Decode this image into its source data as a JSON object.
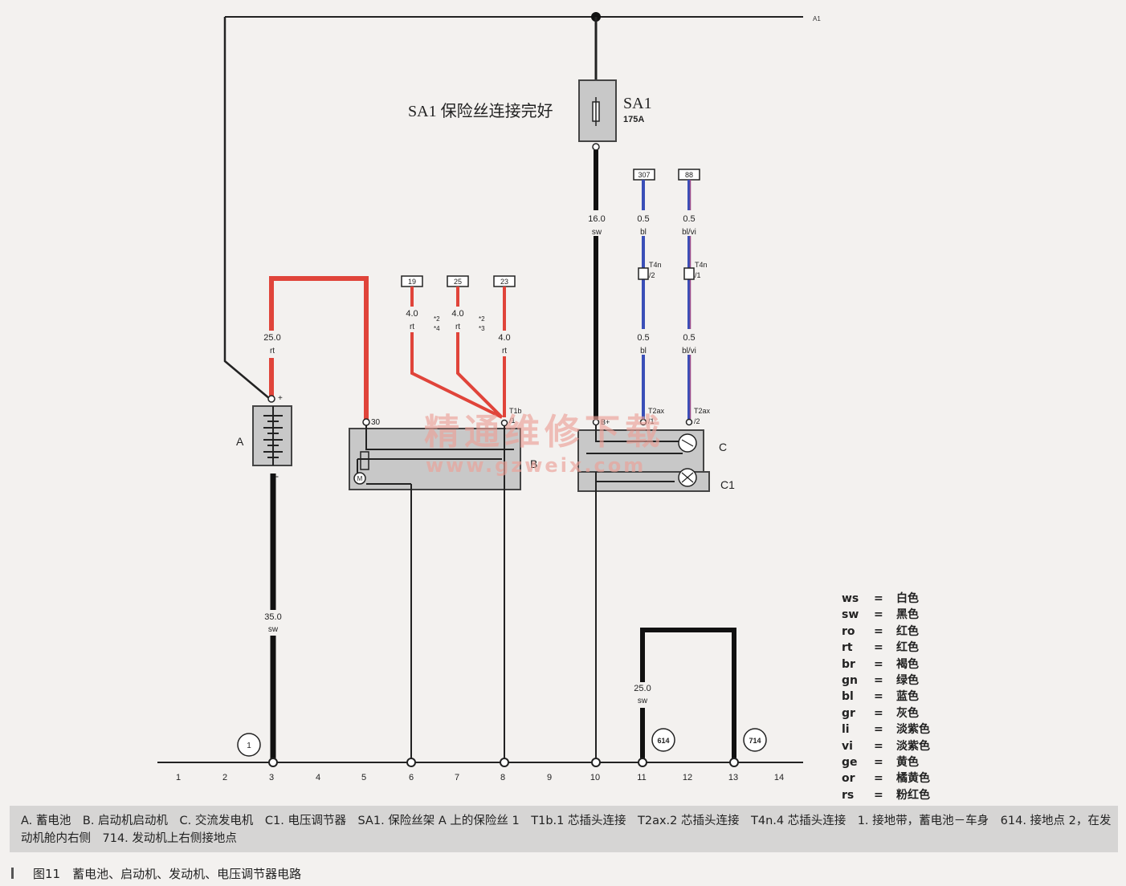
{
  "diagram": {
    "bus_label": "A1",
    "fuse_annotation": "SA1 保险丝连接完好",
    "fuse": {
      "name": "SA1",
      "rating": "175A"
    },
    "battery": {
      "label": "A",
      "plus": "+",
      "minus": "-"
    },
    "starter": {
      "label": "B",
      "terminal": "30",
      "connector": "T1b",
      "pin": "/1"
    },
    "alternator": {
      "label": "C",
      "regulator_label": "C1",
      "terminal": "B+"
    },
    "boxes": [
      "19",
      "25",
      "23",
      "307",
      "88"
    ],
    "wires": [
      {
        "size": "25.0",
        "color": "rt"
      },
      {
        "size": "4.0",
        "color": "rt",
        "note": "*2\n*4"
      },
      {
        "size": "4.0",
        "color": "rt",
        "note": "*2\n*3"
      },
      {
        "size": "4.0",
        "color": "rt"
      },
      {
        "size": "16.0",
        "color": "sw"
      },
      {
        "size": "0.5",
        "color": "bl"
      },
      {
        "size": "0.5",
        "color": "bl/vi"
      },
      {
        "size": "0.5",
        "color": "bl"
      },
      {
        "size": "0.5",
        "color": "bl/vi"
      },
      {
        "size": "35.0",
        "color": "sw"
      },
      {
        "size": "25.0",
        "color": "sw"
      }
    ],
    "connectors": [
      {
        "name": "T4n",
        "pin": "/2"
      },
      {
        "name": "T4n",
        "pin": "/1"
      },
      {
        "name": "T2ax",
        "pin": "/1"
      },
      {
        "name": "T2ax",
        "pin": "/2"
      }
    ],
    "ground_points": [
      "1",
      "614",
      "714"
    ],
    "columns": [
      "1",
      "2",
      "3",
      "4",
      "5",
      "6",
      "7",
      "8",
      "9",
      "10",
      "11",
      "12",
      "13",
      "14"
    ]
  },
  "watermark": {
    "text": "精通维修下载",
    "url": "www.gzweix.com"
  },
  "legend": [
    {
      "code": "ws",
      "eq": "=",
      "name": "白色"
    },
    {
      "code": "sw",
      "eq": "=",
      "name": "黑色"
    },
    {
      "code": "ro",
      "eq": "=",
      "name": "红色"
    },
    {
      "code": "rt",
      "eq": "=",
      "name": "红色"
    },
    {
      "code": "br",
      "eq": "=",
      "name": "褐色"
    },
    {
      "code": "gn",
      "eq": "=",
      "name": "绿色"
    },
    {
      "code": "bl",
      "eq": "=",
      "name": "蓝色"
    },
    {
      "code": "gr",
      "eq": "=",
      "name": "灰色"
    },
    {
      "code": "li",
      "eq": "=",
      "name": "淡紫色"
    },
    {
      "code": "vi",
      "eq": "=",
      "name": "淡紫色"
    },
    {
      "code": "ge",
      "eq": "=",
      "name": "黄色"
    },
    {
      "code": "or",
      "eq": "=",
      "name": "橘黄色"
    },
    {
      "code": "rs",
      "eq": "=",
      "name": "粉红色"
    }
  ],
  "caption": "A. 蓄电池　B. 启动机启动机　C. 交流发电机　C1. 电压调节器　SA1. 保险丝架 A 上的保险丝 1　T1b.1 芯插头连接　T2ax.2 芯插头连接　T4n.4 芯插头连接　1. 接地带，蓄电池－车身　614. 接地点 2，在发动机舱内右侧　714. 发动机上右侧接地点",
  "figure_title": "图11　蓄电池、启动机、发动机、电压调节器电路",
  "colors": {
    "red_wire": "#e0443a",
    "blue_wire": "#3a4fb8",
    "purple_stripe": "#9a4a8a",
    "black_wire": "#1a1a1a",
    "component_fill": "#c8c8c8"
  }
}
